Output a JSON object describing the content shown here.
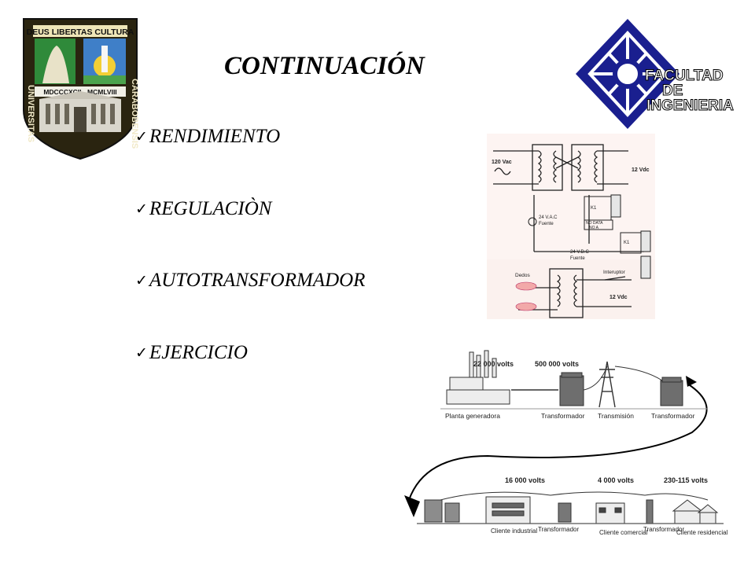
{
  "slide": {
    "title": "CONTINUACIÓN",
    "bullets": [
      {
        "label": "RENDIMIENTO"
      },
      {
        "label": "REGULACIÒN"
      },
      {
        "label": "AUTOTRANSFORMADOR"
      },
      {
        "label": "EJERCICIO"
      }
    ],
    "check_glyph": "✓"
  },
  "uc_seal": {
    "top_text": "DEUS LIBERTAS CULTURA",
    "years": "MDCCCXCII - MCMLVIII",
    "left_text": "UNIVERSITAS",
    "right_text": "CARABOBENSIS"
  },
  "faculty_logo": {
    "line1": "FACULTAD",
    "line2": "DE",
    "line3": "INGENIERIA",
    "color": "#1a1f8f"
  },
  "circuit_diagram": {
    "input_label": "120 Vac",
    "output_label": "12  Vdc",
    "ac_source": "24 V.A.C",
    "ac_source_sub": "Fuente",
    "dc_source": "24 V.D.C",
    "dc_source_sub": "Fuente",
    "relay_label": "NO DATA",
    "relay_sub": "NO A",
    "coil_1": "K1",
    "coil_2": "K1",
    "fingers_label": "Dedos",
    "switch_label": "Interuptor",
    "output_label_2": "12  Vdc"
  },
  "power_diagram": {
    "top_voltages": [
      "22 000 volts",
      "500 000 volts"
    ],
    "top_stages": [
      "Planta generadora",
      "Transformador",
      "Transmisión",
      "Transformador"
    ],
    "bottom_voltages": [
      "16 000 volts",
      "4 000 volts",
      "230-115 volts"
    ],
    "bottom_stages": [
      "Cliente industrial",
      "Transformador",
      "Cliente comercial",
      "Transformador",
      "Cliente residencial"
    ]
  }
}
